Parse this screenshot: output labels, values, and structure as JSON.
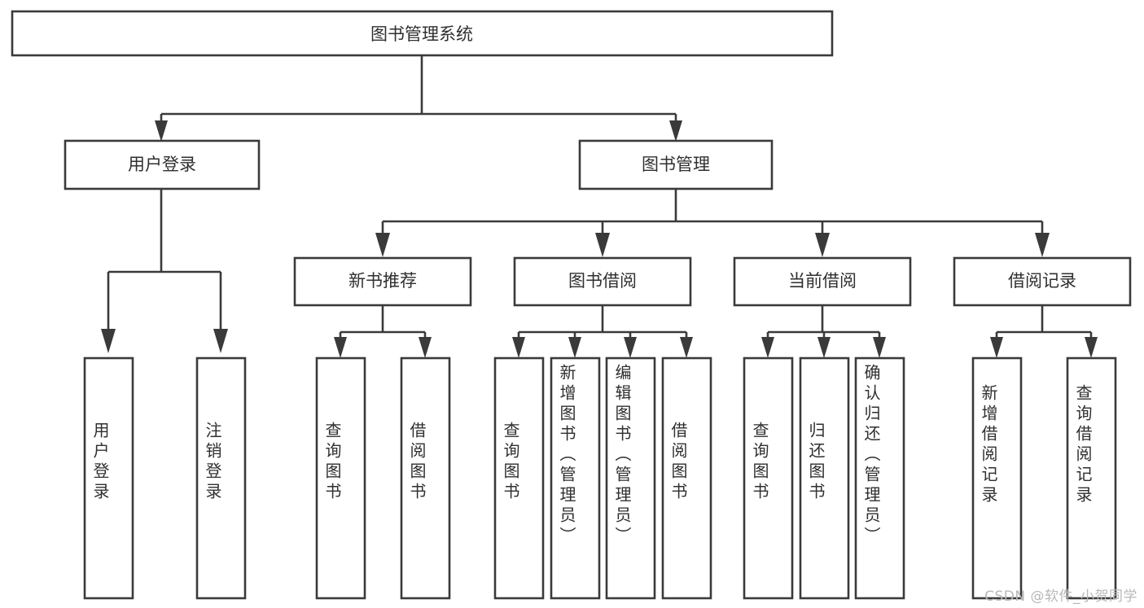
{
  "diagram": {
    "title": "图书管理系统",
    "type": "tree",
    "watermark": "CSDN @软件_小贺同学",
    "colors": {
      "box_stroke": "#3a3a3a",
      "box_fill": "#ffffff",
      "text": "#2f2f2f",
      "connector": "#3a3a3a",
      "watermark": "#b8b8b8",
      "background": "#ffffff"
    },
    "levels": {
      "root": {
        "label": "图书管理系统",
        "orientation": "horizontal"
      },
      "level1": [
        {
          "id": "user-login",
          "label": "用户登录",
          "orientation": "horizontal"
        },
        {
          "id": "book-management",
          "label": "图书管理",
          "orientation": "horizontal"
        }
      ],
      "level2": [
        {
          "id": "new-book-recommend",
          "label": "新书推荐",
          "orientation": "horizontal",
          "parent": "book-management"
        },
        {
          "id": "book-borrow",
          "label": "图书借阅",
          "orientation": "horizontal",
          "parent": "book-management"
        },
        {
          "id": "current-borrow",
          "label": "当前借阅",
          "orientation": "horizontal",
          "parent": "book-management"
        },
        {
          "id": "borrow-record",
          "label": "借阅记录",
          "orientation": "horizontal",
          "parent": "book-management"
        }
      ],
      "leaves": [
        {
          "id": "leaf-user-login",
          "label": "用户登录",
          "orientation": "vertical",
          "parent": "user-login"
        },
        {
          "id": "leaf-user-logout",
          "label": "注销登录",
          "orientation": "vertical",
          "parent": "user-login"
        },
        {
          "id": "leaf-query-book-1",
          "label": "查询图书",
          "orientation": "vertical",
          "parent": "new-book-recommend"
        },
        {
          "id": "leaf-borrow-book-1",
          "label": "借阅图书",
          "orientation": "vertical",
          "parent": "new-book-recommend"
        },
        {
          "id": "leaf-query-book-2",
          "label": "查询图书",
          "orientation": "vertical",
          "parent": "book-borrow"
        },
        {
          "id": "leaf-add-book",
          "label": "新增图书（管理员）",
          "orientation": "vertical",
          "parent": "book-borrow"
        },
        {
          "id": "leaf-edit-book",
          "label": "编辑图书（管理员）",
          "orientation": "vertical",
          "parent": "book-borrow"
        },
        {
          "id": "leaf-borrow-book-2",
          "label": "借阅图书",
          "orientation": "vertical",
          "parent": "book-borrow"
        },
        {
          "id": "leaf-query-book-3",
          "label": "查询图书",
          "orientation": "vertical",
          "parent": "current-borrow"
        },
        {
          "id": "leaf-return-book",
          "label": "归还图书",
          "orientation": "vertical",
          "parent": "current-borrow"
        },
        {
          "id": "leaf-confirm-return",
          "label": "确认归还（管理员）",
          "orientation": "vertical",
          "parent": "current-borrow"
        },
        {
          "id": "leaf-add-record",
          "label": "新增借阅记录",
          "orientation": "vertical",
          "parent": "borrow-record"
        },
        {
          "id": "leaf-query-record",
          "label": "查询借阅记录",
          "orientation": "vertical",
          "parent": "borrow-record"
        }
      ]
    }
  }
}
